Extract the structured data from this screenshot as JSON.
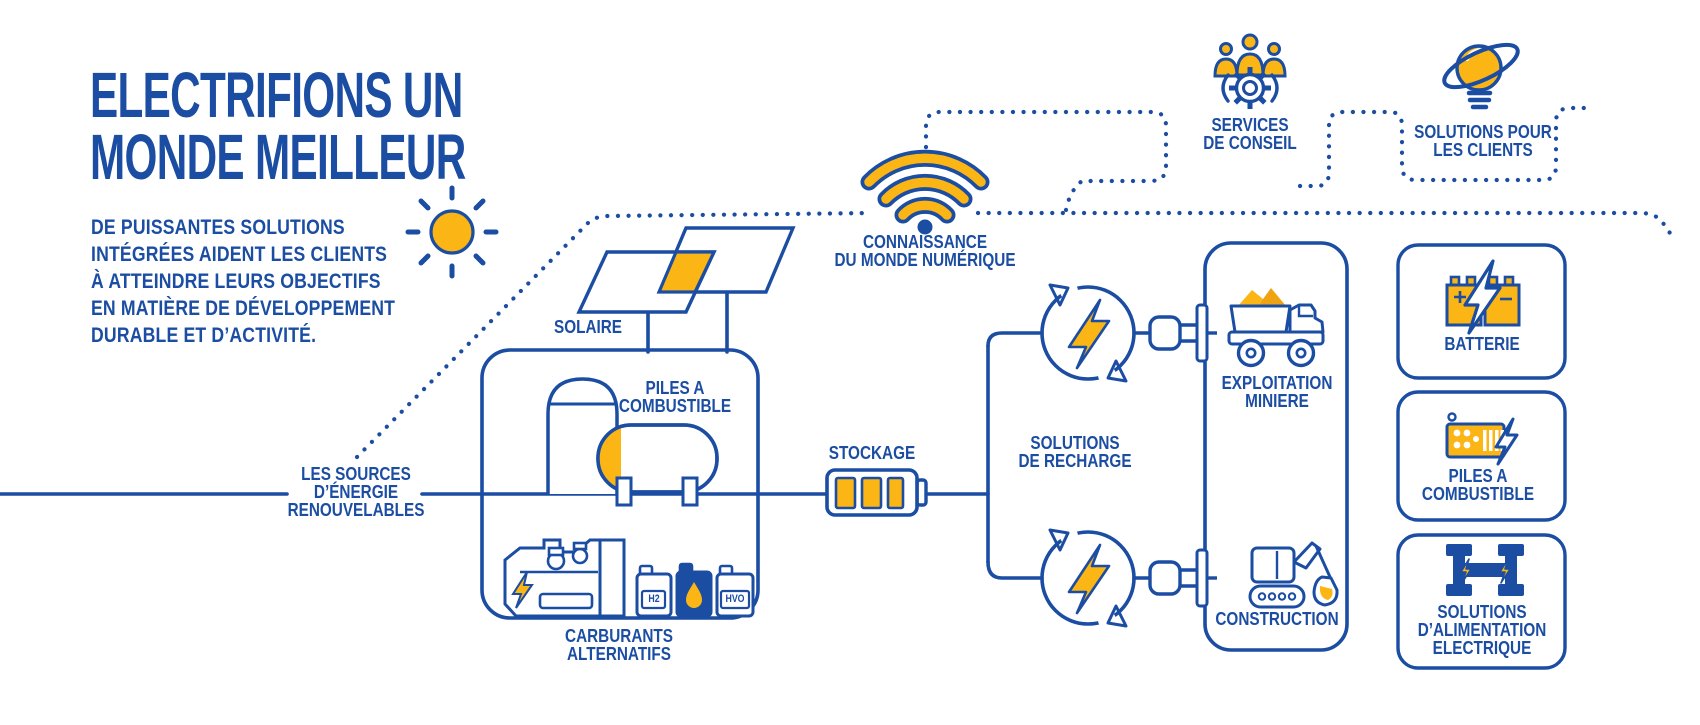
{
  "colors": {
    "blue": "#1B4DA3",
    "yellow": "#FBB515",
    "yellow2": "#F0A312"
  },
  "header": {
    "title": [
      "ELECTRIFIONS UN",
      "MONDE MEILLEUR"
    ],
    "subtitle": [
      "DE PUISSANTES SOLUTIONS",
      "INTÉGRÉES AIDENT LES CLIENTS",
      "À ATTEINDRE LEURS OBJECTIFS",
      "EN MATIÈRE DE DÉVELOPPEMENT",
      "DURABLE ET D’ACTIVITÉ."
    ]
  },
  "labels": {
    "solaire": "SOLAIRE",
    "piles_combustible": [
      "PILES A",
      "COMBUSTIBLE"
    ],
    "sources": [
      "LES SOURCES",
      "D’ÉNERGIE",
      "RENOUVELABLES"
    ],
    "carburants": [
      "CARBURANTS",
      "ALTERNATIFS"
    ],
    "stockage": "STOCKAGE",
    "connaissance": [
      "CONNAISSANCE",
      "DU MONDE NUMÉRIQUE"
    ],
    "services": [
      "SERVICES",
      "DE CONSEIL"
    ],
    "solutions_clients": [
      "SOLUTIONS POUR",
      "LES CLIENTS"
    ],
    "solutions_recharge": [
      "SOLUTIONS",
      "DE RECHARGE"
    ],
    "exploitation": [
      "EXPLOITATION",
      "MINIERE"
    ],
    "construction": "CONSTRUCTION",
    "batterie": "BATTERIE",
    "piles_right": [
      "PILES A",
      "COMBUSTIBLE"
    ],
    "solutions_alimentation": [
      "SOLUTIONS",
      "D’ALIMENTATION",
      "ELECTRIQUE"
    ],
    "h2": "H2",
    "hvo": "HVO"
  },
  "icons": [
    "sun-icon",
    "solar-panels-icon",
    "wifi-icon",
    "people-gears-icon",
    "lightbulb-orbit-icon",
    "fuel-tank-icons",
    "generator-icon",
    "fuel-can-icons",
    "storage-battery-icon",
    "charge-cycle-icon",
    "plug-icon",
    "mining-truck-icon",
    "excavator-icon",
    "battery-bolt-icon",
    "fuel-cell-icon",
    "electric-axle-icon"
  ]
}
